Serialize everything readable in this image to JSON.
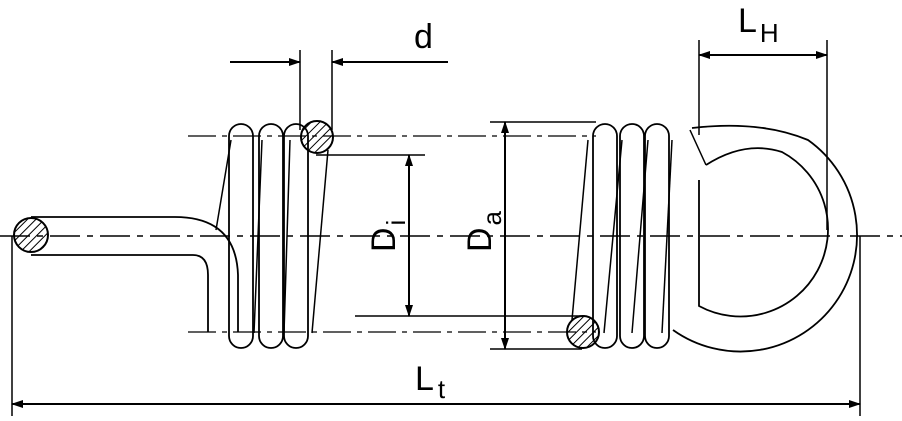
{
  "labels": {
    "d": {
      "main": "d",
      "sub": ""
    },
    "lh": {
      "main": "L",
      "sub": "H"
    },
    "di": {
      "main": "D",
      "sub": "i"
    },
    "da": {
      "main": "D",
      "sub": "a"
    },
    "lt": {
      "main": "L",
      "sub": "t"
    }
  },
  "colors": {
    "line": "#000000",
    "background": "#ffffff"
  }
}
